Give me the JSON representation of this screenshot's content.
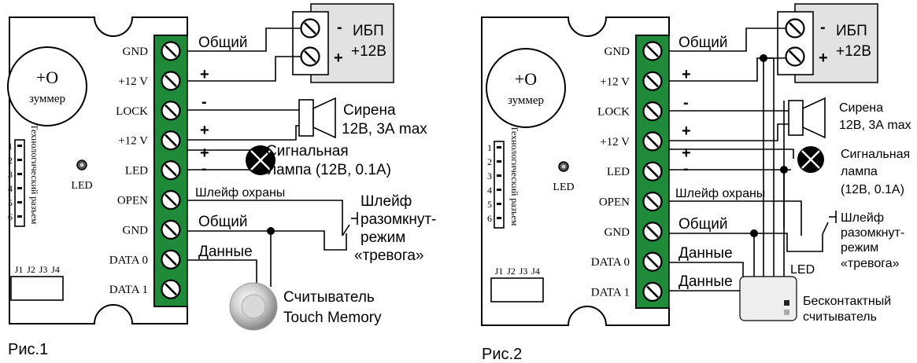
{
  "figures": [
    {
      "caption": "Рис.1",
      "buzzer_label": "зуммер",
      "buzzer_symbol": "+O",
      "header_label": "Технологический разъем",
      "header_pins": [
        "1",
        "2",
        "3",
        "4",
        "5",
        "6"
      ],
      "led_label": "LED",
      "jumpers": [
        "J1",
        "J2",
        "J3",
        "J4"
      ],
      "terminals": [
        "GND",
        "+12 V",
        "LOCK",
        "+12 V",
        "LED",
        "OPEN",
        "GND",
        "DATA 0",
        "DATA 1"
      ],
      "psu": {
        "label_line1": "ИБП",
        "label_line2": "+12В",
        "minus": "-",
        "plus": "+"
      },
      "wire_labels": {
        "common_top": "Общий",
        "plus1": "+",
        "minus_lock": "-",
        "plus2": "+",
        "plus3": "+",
        "minus_led": "-",
        "loop": "Шлейф охраны",
        "common": "Общий",
        "data": "Данные"
      },
      "siren": {
        "line1": "Сирена",
        "line2": "12В, 3А max"
      },
      "lamp": {
        "line1": "Сигнальная",
        "line2": "лампа (12В, 0.1А)"
      },
      "loop_switch": {
        "line1": "Шлейф",
        "line2": "разомкнут-",
        "line3": "режим",
        "line4": "«тревога»"
      },
      "reader": {
        "line1": "Считыватель",
        "line2": "Touch Memory"
      }
    },
    {
      "caption": "Рис.2",
      "buzzer_label": "зуммер",
      "buzzer_symbol": "+O",
      "header_label": "Технологический разъем",
      "header_pins": [
        "1",
        "2",
        "3",
        "4",
        "5",
        "6"
      ],
      "led_label": "LED",
      "jumpers": [
        "J1",
        "J2",
        "J3",
        "J4"
      ],
      "terminals": [
        "GND",
        "+12 V",
        "LOCK",
        "+12 V",
        "LED",
        "OPEN",
        "GND",
        "DATA 0",
        "DATA 1"
      ],
      "psu": {
        "label_line1": "ИБП",
        "label_line2": "+12В",
        "minus": "-",
        "plus": "+"
      },
      "wire_labels": {
        "common_top": "Общий",
        "plus1": "+",
        "minus_lock": "-",
        "plus2": "+",
        "plus3": "+",
        "minus_led": "-",
        "loop": "Шлейф охраны",
        "common": "Общий",
        "data0": "Данные",
        "data1": "Данные",
        "led_wire": "LED"
      },
      "siren": {
        "line1": "Сирена",
        "line2": "12В, 3А max"
      },
      "lamp": {
        "line1": "Сигнальная",
        "line2": "лампа",
        "line3": "(12В, 0.1А)"
      },
      "loop_switch": {
        "line1": "Шлейф",
        "line2": "разомкнут-",
        "line3": "режим",
        "line4": "«тревога»"
      },
      "reader": {
        "line1": "Бесконтактный",
        "line2": "считыватель"
      }
    }
  ],
  "colors": {
    "terminal_block": "#1e8a3a",
    "psu_fill": "#e2e2e2",
    "reader_fill": "#eeeeee"
  }
}
